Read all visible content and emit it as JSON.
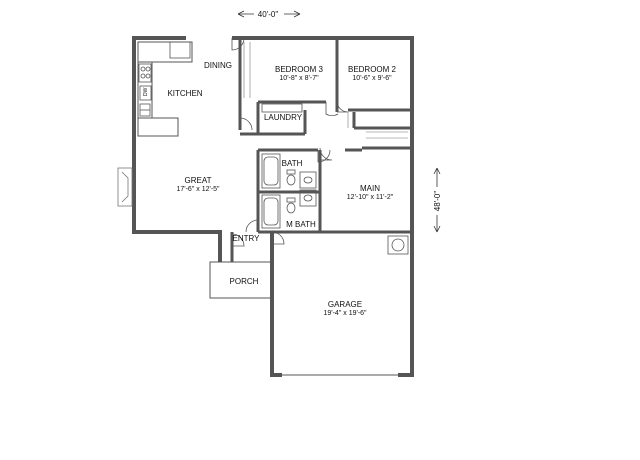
{
  "overall": {
    "width_label": "40'-0\"",
    "depth_label": "48'-0\""
  },
  "rooms": {
    "dining": {
      "name": "DINING"
    },
    "kitchen": {
      "name": "KITCHEN"
    },
    "bedroom3": {
      "name": "BEDROOM 3",
      "size": "10'-8\" x 8'-7\""
    },
    "bedroom2": {
      "name": "BEDROOM 2",
      "size": "10'-6\" x 9'-6\""
    },
    "laundry": {
      "name": "LAUNDRY"
    },
    "great": {
      "name": "GREAT",
      "size": "17'-6\" x 12'-5\""
    },
    "bath": {
      "name": "BATH"
    },
    "main": {
      "name": "MAIN",
      "size": "12'-10\" x 11'-2\""
    },
    "mbath": {
      "name": "M BATH"
    },
    "entry": {
      "name": "ENTRY"
    },
    "porch": {
      "name": "PORCH"
    },
    "garage": {
      "name": "GARAGE",
      "size": "19'-4\" x 19'-6\""
    }
  },
  "appliances": {
    "dishwasher": "DW"
  }
}
